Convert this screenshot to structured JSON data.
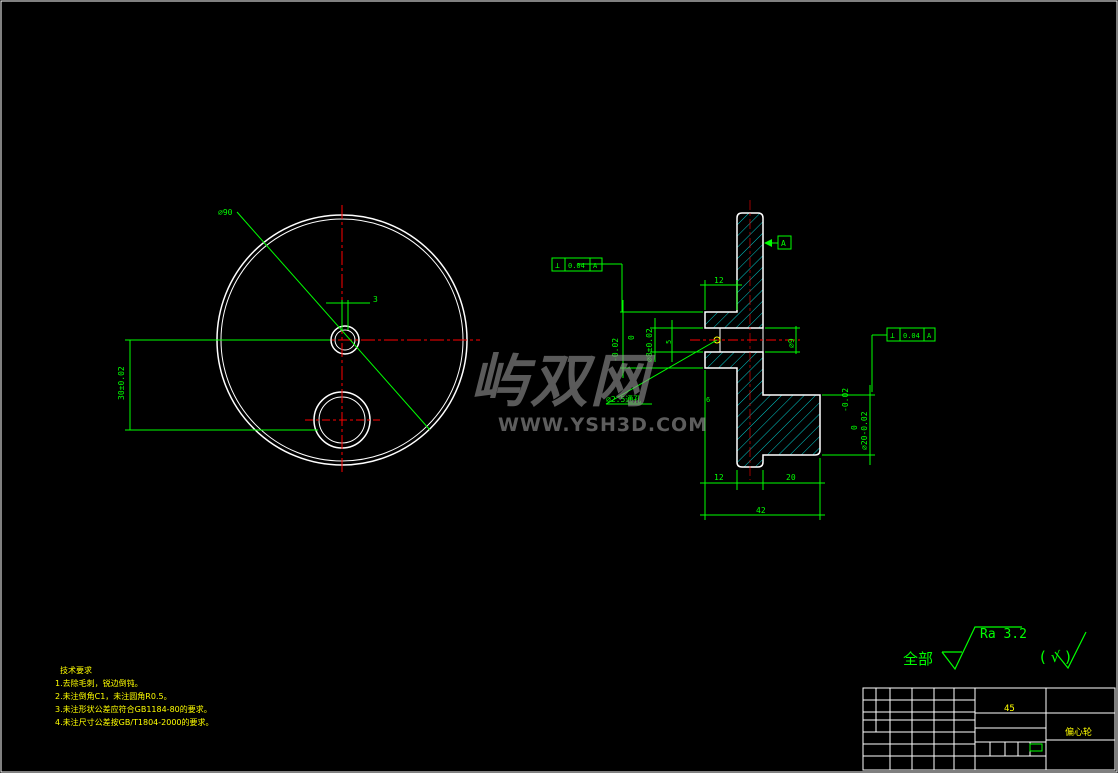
{
  "drawing": {
    "dims": {
      "outer_diameter": "⌀90",
      "offset": "3",
      "eccentric_tol": "30±0.02",
      "flange_thickness_top": "12",
      "flange_thickness_bottom": "12",
      "hub_length": "20",
      "total_length": "42",
      "bore_dia": "⌀8±0.02",
      "hub_dia": "⌀20-0.02",
      "shaft_label": "⌀9",
      "hole_label": "⌀2.5通孔",
      "dim_5": "5",
      "dim_6": "6",
      "tol_left_a": "0",
      "tol_left_b": "-0.02",
      "tol_hub_a": "0",
      "tol_hub_b": "-0.02"
    },
    "gdt": {
      "frame1": {
        "symbol": "⊥",
        "value": "0.04",
        "datum": "A"
      },
      "frame2": {
        "symbol": "⊥",
        "value": "0.04",
        "datum": "A"
      },
      "datum_label": "A"
    }
  },
  "watermark": {
    "chinese": "屿双网",
    "url": "WWW.YSH3D.COM"
  },
  "notes": {
    "title": "技术要求",
    "items": [
      "1.去除毛刺，锐边倒钝。",
      "2.未注倒角C1，未注圆角R0.5。",
      "3.未注形状公差应符合GB1184-80的要求。",
      "4.未注尺寸公差按GB/T1804-2000的要求。"
    ]
  },
  "roughness": {
    "prefix": "全部",
    "value": "Ra 3.2",
    "other": "( √ )"
  },
  "title_block": {
    "material": "45",
    "part_name": "偏心轮"
  },
  "colors": {
    "background": "#000000",
    "outline": "#ffffff",
    "dimension": "#00ff00",
    "centerline": "#ff0000",
    "text": "#ffff00",
    "hatch": "#00ffff"
  }
}
